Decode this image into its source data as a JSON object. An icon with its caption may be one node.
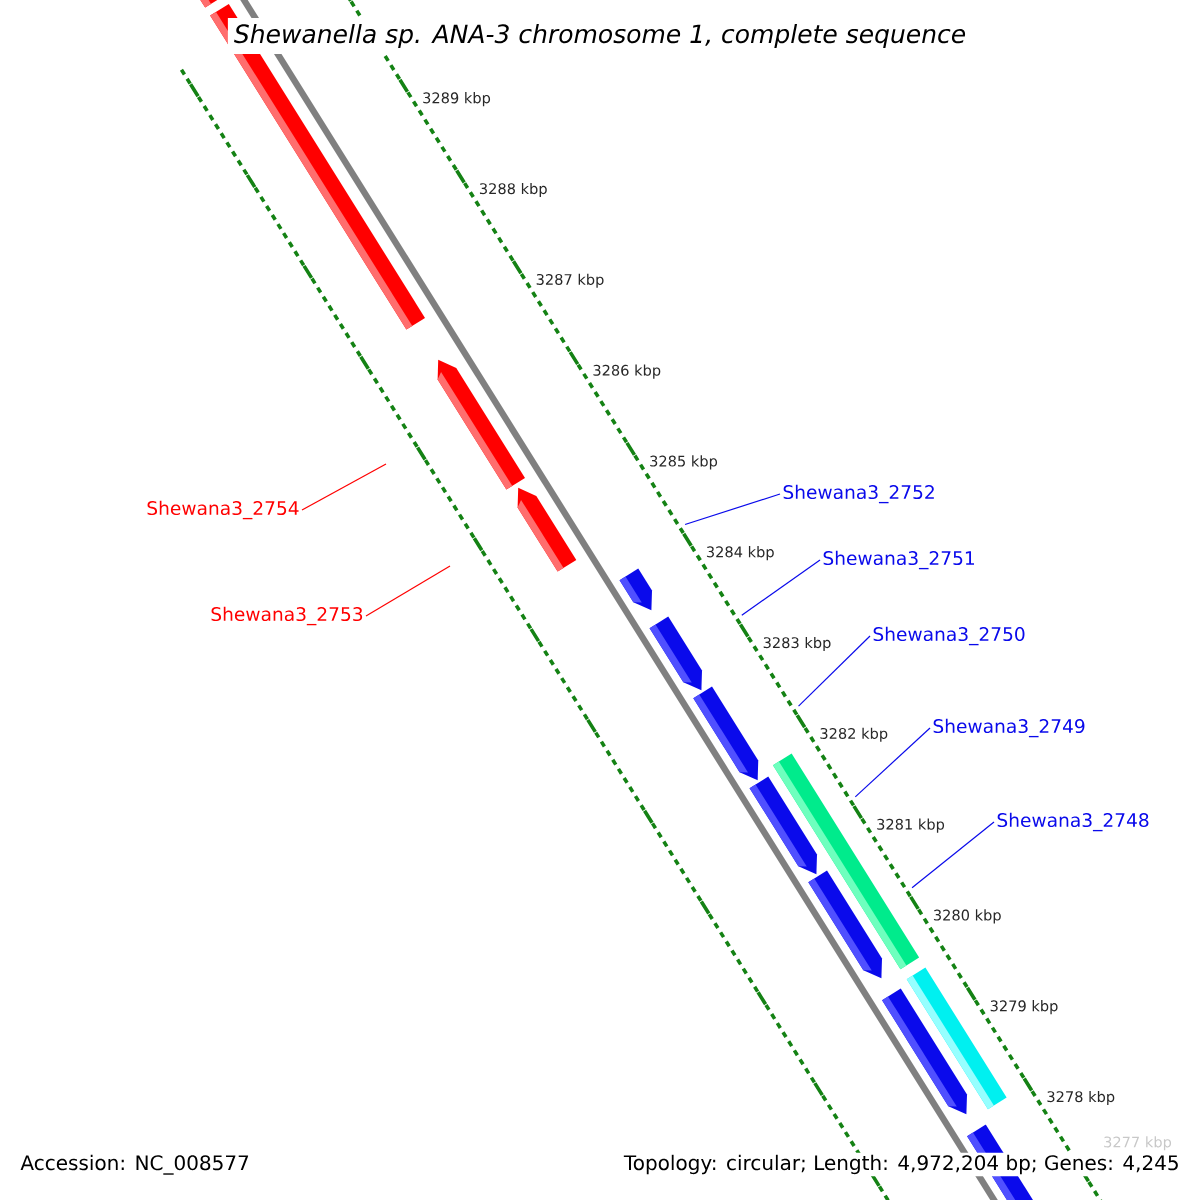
{
  "diagram": {
    "title": "Shewanella sp. ANA-3 chromosome 1, complete sequence",
    "nodes": [
      {
        "text": [
          "Shewana3_2754"
        ]
      },
      {
        "text": [
          "Shewana3_2753"
        ]
      },
      {
        "text": [
          "Shewana3_2752"
        ]
      },
      {
        "text": [
          "Shewana3_2751"
        ]
      },
      {
        "text": [
          "Shewana3_2750"
        ]
      },
      {
        "text": [
          "Shewana3_2749"
        ]
      },
      {
        "text": [
          "Shewana3_2748"
        ]
      }
    ],
    "edges": [
      {
        "from": 0,
        "to": null,
        "arrow": "none",
        "color": "#ff0000"
      },
      {
        "from": 1,
        "to": null,
        "arrow": "none",
        "color": "#ff0000"
      },
      {
        "from": 2,
        "to": null,
        "arrow": "none"
      },
      {
        "from": 3,
        "to": null,
        "arrow": "none"
      },
      {
        "from": 4,
        "to": null,
        "arrow": "none"
      },
      {
        "from": 5,
        "to": null,
        "arrow": "none"
      },
      {
        "from": 6,
        "to": null,
        "arrow": "none"
      }
    ],
    "labels": [
      "3289 kbp",
      "3288 kbp",
      "3287 kbp",
      "3286 kbp",
      "3285 kbp",
      "3284 kbp",
      "3283 kbp",
      "3282 kbp",
      "3281 kbp",
      "3280 kbp",
      "3279 kbp",
      "3278 kbp",
      "3277 kbp",
      "Accession: NC_008577",
      "Topology: circular; Length: 4,972,204 bp; Genes: 4,245"
    ]
  }
}
